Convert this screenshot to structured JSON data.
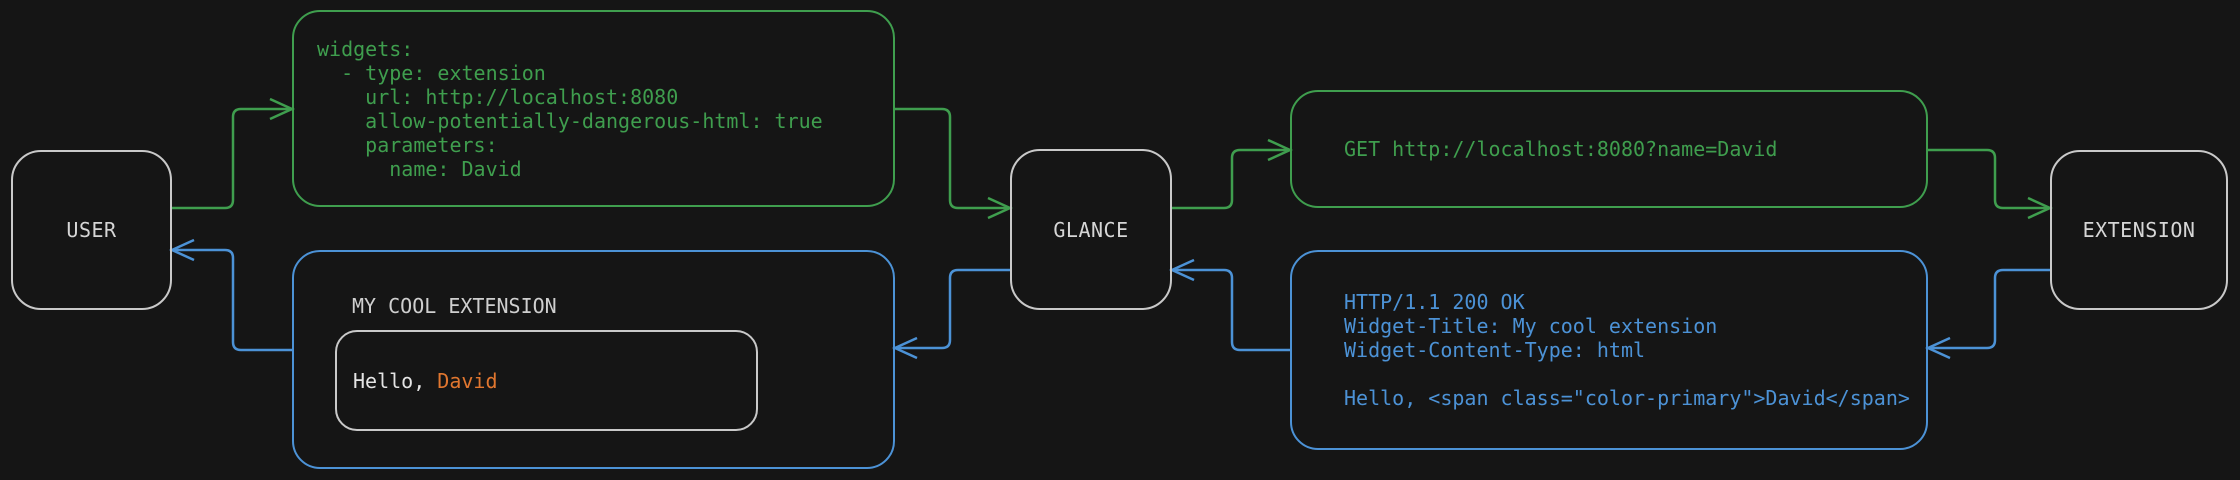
{
  "colors": {
    "background": "#151515",
    "green": "#3f9e4e",
    "blue": "#4c92d6",
    "orange": "#e0762f",
    "gray_border": "#c9c9c9",
    "text_light": "#d6d6d6"
  },
  "nodes": {
    "user": {
      "label": "USER"
    },
    "glance": {
      "label": "GLANCE"
    },
    "extension": {
      "label": "EXTENSION"
    }
  },
  "messages": {
    "config_yaml": {
      "lines": [
        "widgets:",
        "  - type: extension",
        "    url: http://localhost:8080",
        "    allow-potentially-dangerous-html: true",
        "    parameters:",
        "      name: David"
      ]
    },
    "request": {
      "text": "GET http://localhost:8080?name=David"
    },
    "response": {
      "lines": [
        "HTTP/1.1 200 OK",
        "Widget-Title: My cool extension",
        "Widget-Content-Type: html",
        "",
        "Hello, <span class=\"color-primary\">David</span>"
      ]
    },
    "widget_preview": {
      "title": "MY COOL EXTENSION",
      "greeting_prefix": "Hello, ",
      "greeting_name": "David"
    }
  }
}
